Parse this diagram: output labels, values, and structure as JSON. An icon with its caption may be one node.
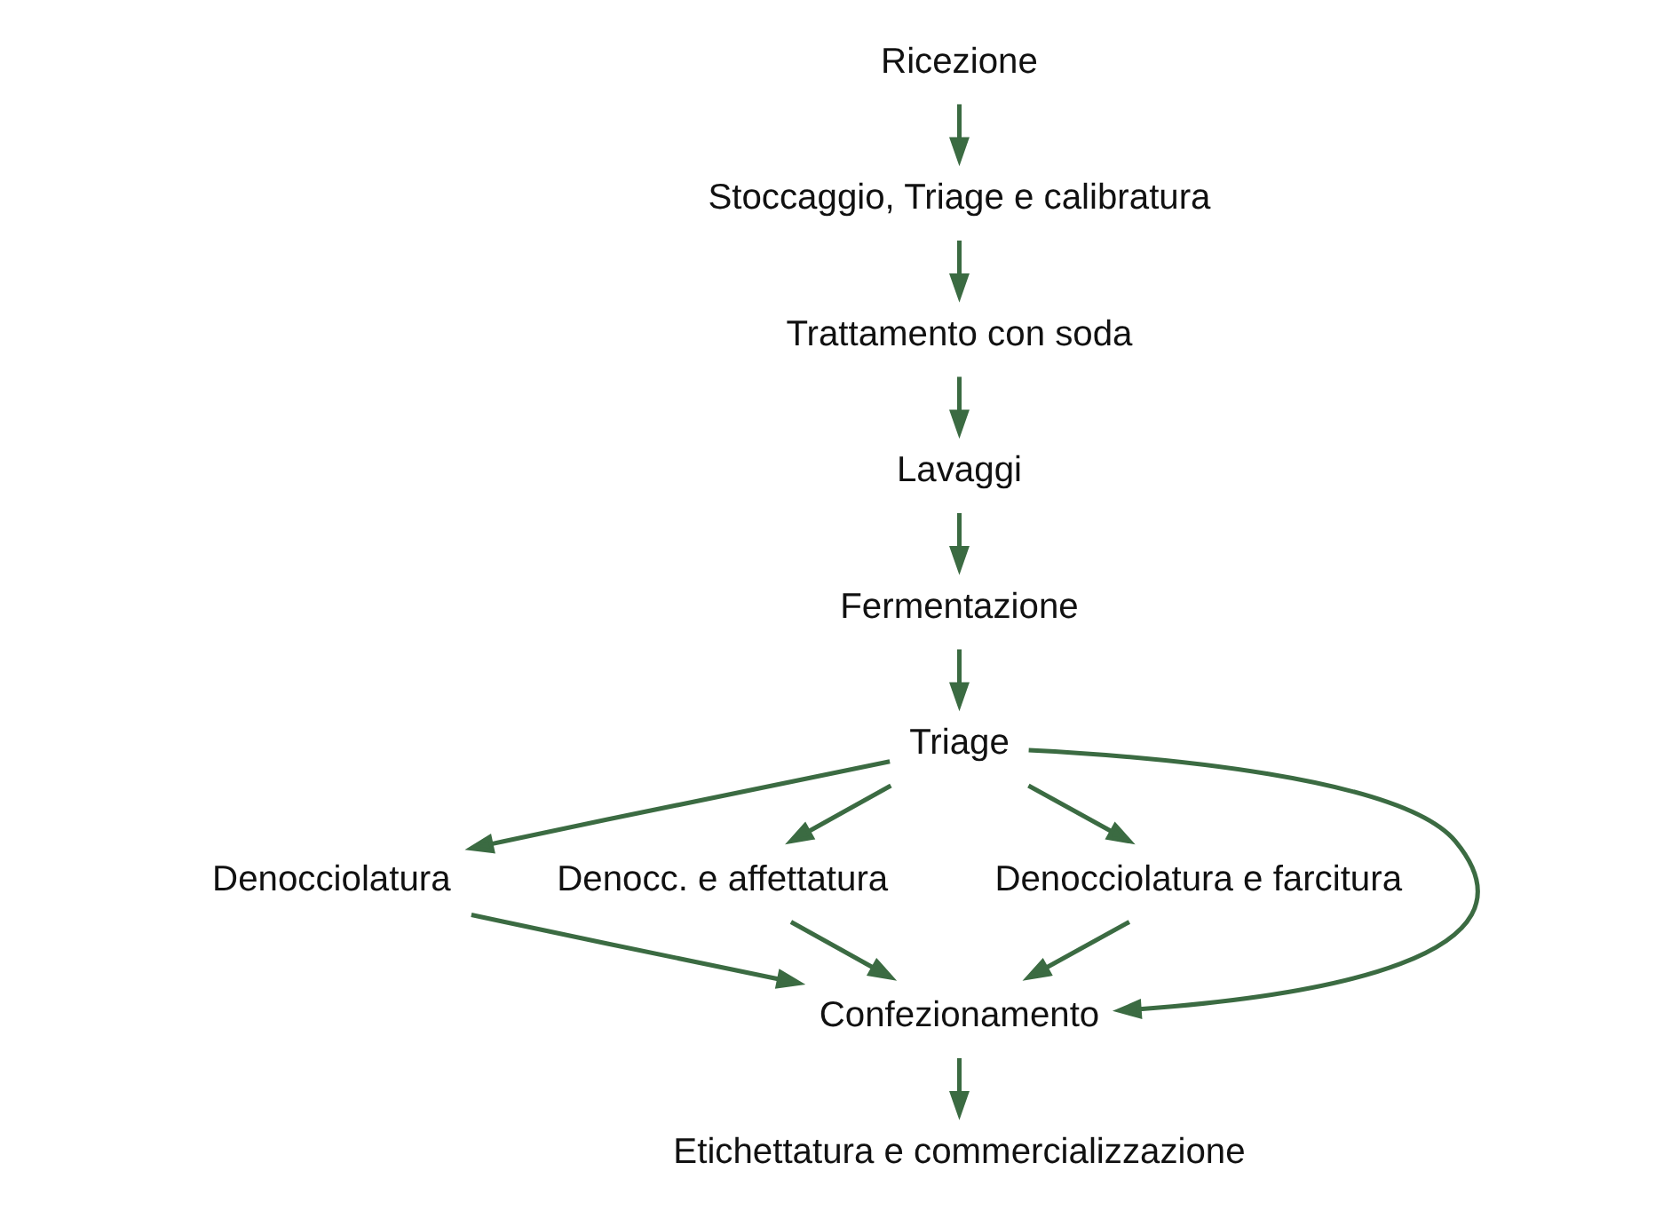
{
  "diagram": {
    "nodes": [
      {
        "text": [
          "Ricezione"
        ]
      },
      {
        "text": [
          "Stoccaggio, Triage e calibratura"
        ]
      },
      {
        "text": [
          "Trattamento con soda"
        ]
      },
      {
        "text": [
          "Lavaggi"
        ]
      },
      {
        "text": [
          "Fermentazione"
        ]
      },
      {
        "text": [
          "Triage"
        ]
      },
      {
        "text": [
          "Denocciolatura"
        ]
      },
      {
        "text": [
          "Denocc. e affettatura"
        ]
      },
      {
        "text": [
          "Denocciolatura e farcitura"
        ]
      },
      {
        "text": [
          "Confezionamento"
        ]
      },
      {
        "text": [
          "Etichettatura e commercializzazione"
        ]
      }
    ],
    "edges": [
      {
        "from": 0,
        "to": 1,
        "arrow": "to"
      },
      {
        "from": 1,
        "to": 2,
        "arrow": "to"
      },
      {
        "from": 2,
        "to": 3,
        "arrow": "to"
      },
      {
        "from": 3,
        "to": 4,
        "arrow": "to"
      },
      {
        "from": 4,
        "to": 5,
        "arrow": "to"
      },
      {
        "from": 5,
        "to": 6,
        "arrow": "to"
      },
      {
        "from": 5,
        "to": 7,
        "arrow": "to"
      },
      {
        "from": 5,
        "to": 8,
        "arrow": "to"
      },
      {
        "from": 5,
        "to": 9,
        "arrow": "to"
      },
      {
        "from": 6,
        "to": 9,
        "arrow": "to"
      },
      {
        "from": 7,
        "to": 9,
        "arrow": "to"
      },
      {
        "from": 8,
        "to": 9,
        "arrow": "to"
      },
      {
        "from": 9,
        "to": 10,
        "arrow": "to"
      }
    ]
  }
}
